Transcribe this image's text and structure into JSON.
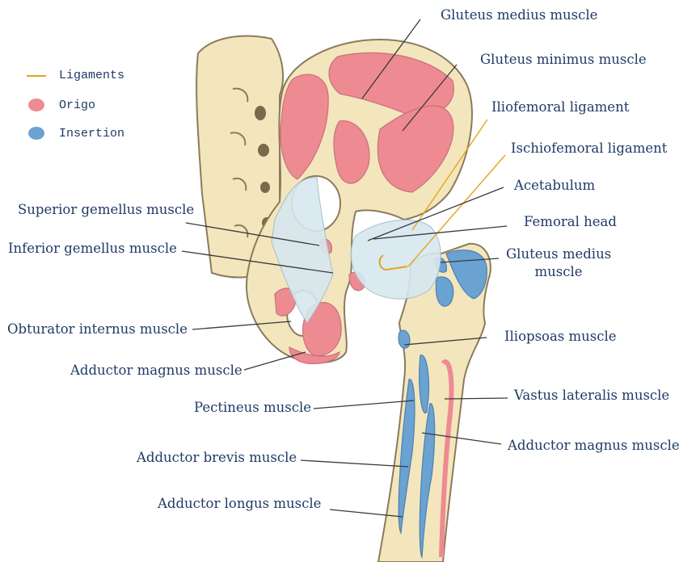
{
  "legend": {
    "ligaments": {
      "label": "Ligaments",
      "color": "#e8a21a"
    },
    "origo": {
      "label": "Origo",
      "color": "#ee8a92"
    },
    "insertion": {
      "label": "Insertion",
      "color": "#6aa2d2"
    }
  },
  "colors": {
    "bone": "#f3e6bd",
    "bone_outline": "#8b7b5d",
    "muscle": "#ee8a92",
    "insertion": "#6aa2d2",
    "ligament_fill": "#d8e8ef",
    "leader": "#3a3a3a",
    "label_text": "#1f3a66"
  },
  "labels": {
    "gluteus_medius_top": "Gluteus medius muscle",
    "gluteus_minimus": "Gluteus minimus muscle",
    "iliofemoral": "Iliofemoral ligament",
    "ischiofemoral": "Ischiofemoral ligament",
    "acetabulum": "Acetabulum",
    "femoral_head": "Femoral head",
    "gluteus_medius_ins_line1": "Gluteus medius",
    "gluteus_medius_ins_line2": "muscle",
    "iliopsoas": "Iliopsoas muscle",
    "vastus_lateralis": "Vastus lateralis muscle",
    "adductor_magnus_right": "Adductor magnus muscle",
    "superior_gemellus": "Superior gemellus muscle",
    "inferior_gemellus": "Inferior gemellus muscle",
    "obturator_internus": "Obturator internus muscle",
    "adductor_magnus_left": "Adductor magnus muscle",
    "pectineus": "Pectineus muscle",
    "adductor_brevis": "Adductor brevis muscle",
    "adductor_longus": "Adductor longus muscle"
  }
}
